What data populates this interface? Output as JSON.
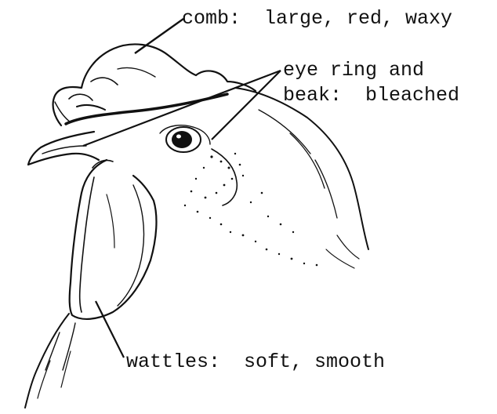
{
  "labels": {
    "comb": "comb:  large, red, waxy",
    "eye_ring_line1": "eye ring and",
    "eye_ring_line2": "beak:  bleached",
    "wattles": "wattles:  soft, smooth"
  },
  "colors": {
    "ink": "#111111",
    "background": "#ffffff"
  }
}
